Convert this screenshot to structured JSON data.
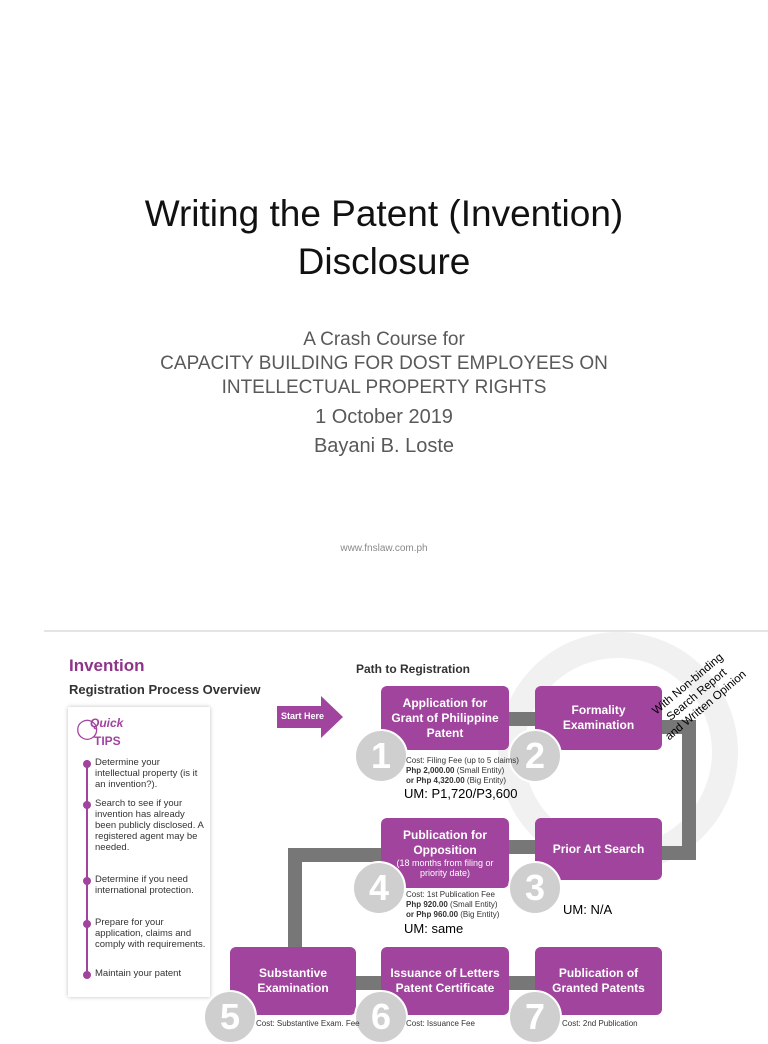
{
  "slide": {
    "title_line1": "Writing the Patent (Invention)",
    "title_line2": "Disclosure",
    "subtitle_line1": "A Crash Course for",
    "subtitle_line2": "CAPACITY BUILDING FOR DOST EMPLOYEES ON",
    "subtitle_line3": "INTELLECTUAL PROPERTY RIGHTS",
    "date": "1 October 2019",
    "author": "Bayani B. Loste",
    "url": "www.fnslaw.com.ph"
  },
  "infographic": {
    "heading": "Invention",
    "subheading": "Registration Process Overview",
    "path_label": "Path to Registration",
    "start_label": "Start Here",
    "rotated_note": [
      "With Non-binding",
      "Search Report",
      "and Written Opinion"
    ],
    "tips": {
      "title_q": "Quick",
      "title_t": "TIPS",
      "items": [
        "Determine your intellectual property (is it an invention?).",
        "Search to see if your invention has already been publicly disclosed. A registered agent may be needed.",
        "Determine if you need international protection.",
        "Prepare for your application, claims and comply with requirements.",
        "Maintain your patent"
      ]
    },
    "steps": [
      {
        "number": "1",
        "label": "Application for Grant of Philippine Patent"
      },
      {
        "number": "2",
        "label": "Formality Examination"
      },
      {
        "number": "3",
        "label": "Prior Art Search"
      },
      {
        "number": "4",
        "label": "Publication for Opposition",
        "sub": "(18 months from filing or priority date)"
      },
      {
        "number": "5",
        "label": "Substantive Examination"
      },
      {
        "number": "6",
        "label": "Issuance of Letters Patent Certificate"
      },
      {
        "number": "7",
        "label": "Publication of Granted Patents"
      }
    ],
    "costs": {
      "step1": {
        "line1": "Cost: Filing Fee (up to 5 claims)",
        "line2": "Php 2,000.00",
        "line2_note": " (Small Entity)",
        "line3": "or Php 4,320.00",
        "line3_note": " (Big Entity)"
      },
      "step4": {
        "line1": "Cost: 1st Publication Fee",
        "line2": "Php 920.00",
        "line2_note": " (Small Entity)",
        "line3": "or Php 960.00",
        "line3_note": " (Big Entity)"
      },
      "step5": "Cost: Substantive Exam. Fee",
      "step6": "Cost: Issuance Fee",
      "step7": "Cost: 2nd Publication"
    },
    "um_notes": {
      "step1": "UM: P1,720/P3,600",
      "step3": "UM: N/A",
      "step4": "UM: same"
    },
    "colors": {
      "accent": "#a0449d",
      "connector": "#777777",
      "number_circle": "#cfcfcf"
    }
  }
}
